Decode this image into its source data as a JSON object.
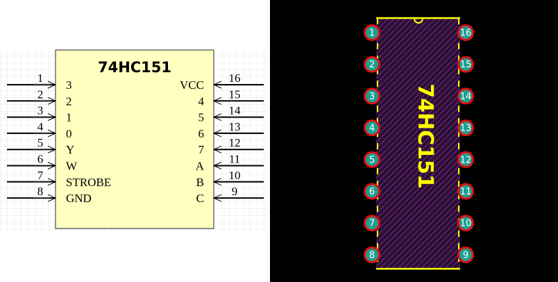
{
  "schematic": {
    "part_name": "74HC151",
    "colors": {
      "body_fill": "#ffffc0",
      "body_stroke": "#6b6b6b",
      "grid_line": "#dcdcdc",
      "pin_line": "#000000"
    },
    "left_pins": [
      {
        "number": "1",
        "label": "3"
      },
      {
        "number": "2",
        "label": "2"
      },
      {
        "number": "3",
        "label": "1"
      },
      {
        "number": "4",
        "label": "0"
      },
      {
        "number": "5",
        "label": "Y"
      },
      {
        "number": "6",
        "label": "W"
      },
      {
        "number": "7",
        "label": "STROBE"
      },
      {
        "number": "8",
        "label": "GND"
      }
    ],
    "right_pins": [
      {
        "number": "16",
        "label": "VCC"
      },
      {
        "number": "15",
        "label": "4"
      },
      {
        "number": "14",
        "label": "5"
      },
      {
        "number": "13",
        "label": "6"
      },
      {
        "number": "12",
        "label": "7"
      },
      {
        "number": "11",
        "label": "A"
      },
      {
        "number": "10",
        "label": "B"
      },
      {
        "number": "9",
        "label": "C"
      }
    ]
  },
  "pcb": {
    "silkscreen_text": "74HC151",
    "colors": {
      "background": "#000000",
      "silkscreen": "#ffff00",
      "body_hatch": "#7a2a8a",
      "pad_ring": "#e01010",
      "pad_fill": "#1f9e8f",
      "pad_text": "#ffffff"
    },
    "left_pads": [
      "1",
      "2",
      "3",
      "4",
      "5",
      "6",
      "7",
      "8"
    ],
    "right_pads": [
      "16",
      "15",
      "14",
      "13",
      "12",
      "11",
      "10",
      "9"
    ]
  }
}
